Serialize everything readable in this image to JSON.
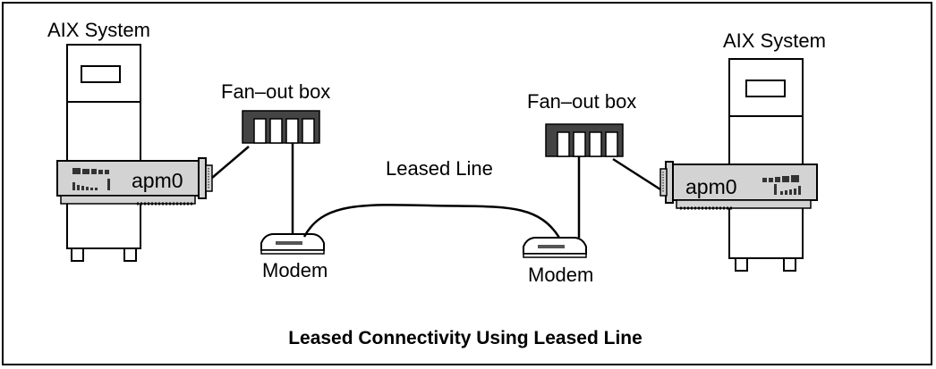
{
  "left_system": {
    "label": "AIX System",
    "adapter_label": "apm0",
    "fanout_label": "Fan–out box",
    "modem_label": "Modem"
  },
  "right_system": {
    "label": "AIX System",
    "adapter_label": "apm0",
    "fanout_label": "Fan–out box",
    "modem_label": "Modem"
  },
  "link": {
    "label": "Leased Line"
  },
  "caption": "Leased Connectivity Using Leased Line"
}
